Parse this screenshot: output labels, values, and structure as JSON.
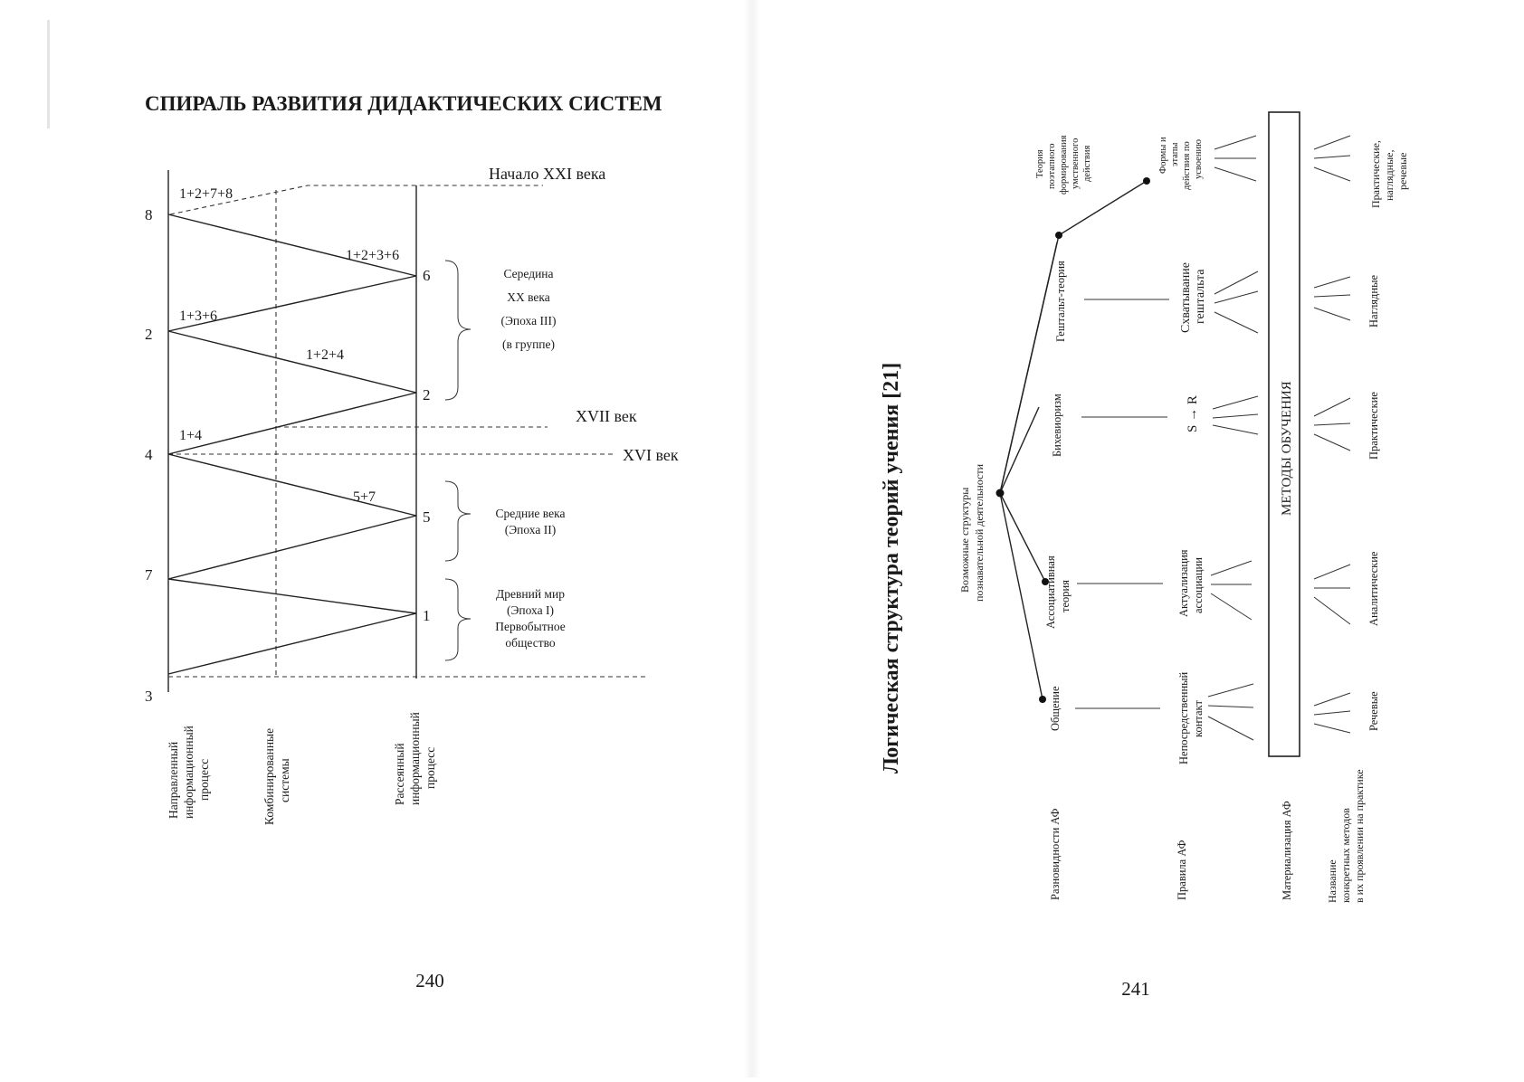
{
  "left_page": {
    "title": "СПИРАЛЬ РАЗВИТИЯ ДИДАКТИЧЕСКИХ СИСТЕМ",
    "page_number": "240",
    "left_axis_numbers": [
      "8",
      "2",
      "4",
      "7",
      "3"
    ],
    "right_axis_numbers": [
      "6",
      "2",
      "5",
      "1"
    ],
    "segment_labels": [
      "1+2+7+8",
      "1+2+3+6",
      "1+3+6",
      "1+2+4",
      "1+4",
      "5+7"
    ],
    "era_labels": {
      "xxi": "Начало XXI века",
      "xvii": "XVII век",
      "xvi": "XVI век"
    },
    "brace_labels": {
      "mid_xx": [
        "Середина",
        "XX века",
        "(Эпоха III)",
        "(в группе)"
      ],
      "middle_ages": [
        "Средние века",
        "(Эпоха II)"
      ],
      "ancient": [
        "Древний мир",
        "(Эпоха I)",
        "Первобытное",
        "общество"
      ]
    },
    "axis_captions": {
      "directed": [
        "Направленный",
        "информационный",
        "процесс"
      ],
      "combined": [
        "Комбинированные",
        "системы"
      ],
      "dispersed": [
        "Рассеянный",
        "информационный",
        "процесс"
      ]
    }
  },
  "right_page": {
    "title": "Логическая структура теорий учения [21]",
    "page_number": "241",
    "root_label": [
      "Возможные структуры",
      "познавательной деятельности"
    ],
    "theories": [
      [
        "Общение"
      ],
      [
        "Ассоциативная",
        "теория"
      ],
      [
        "Бихевиоризм"
      ],
      [
        "Гештальт-теория"
      ],
      [
        "Теория",
        "поэтапного",
        "формирования",
        "умственного",
        "действия"
      ]
    ],
    "rules": [
      [
        "Непосредственный",
        "контакт"
      ],
      [
        "Актуализация",
        "ассоциации"
      ],
      [
        "S → R"
      ],
      [
        "Схватывание",
        "гештальта"
      ],
      [
        "Формы и",
        "этапы",
        "действия по",
        "усвоению"
      ]
    ],
    "methods_bar": "МЕТОДЫ ОБУЧЕНИЯ",
    "methods": [
      [
        "Речевые"
      ],
      [
        "Аналитические"
      ],
      [
        "Практические"
      ],
      [
        "Наглядные"
      ],
      [
        "Практические,",
        "наглядные,",
        "речевые"
      ]
    ],
    "row_labels": [
      [
        "Разновидности АФ"
      ],
      [
        "Правила АФ"
      ],
      [
        "Материализация АФ"
      ],
      [
        "Название",
        "конкретных методов",
        "в их проявлении на практике"
      ]
    ]
  }
}
